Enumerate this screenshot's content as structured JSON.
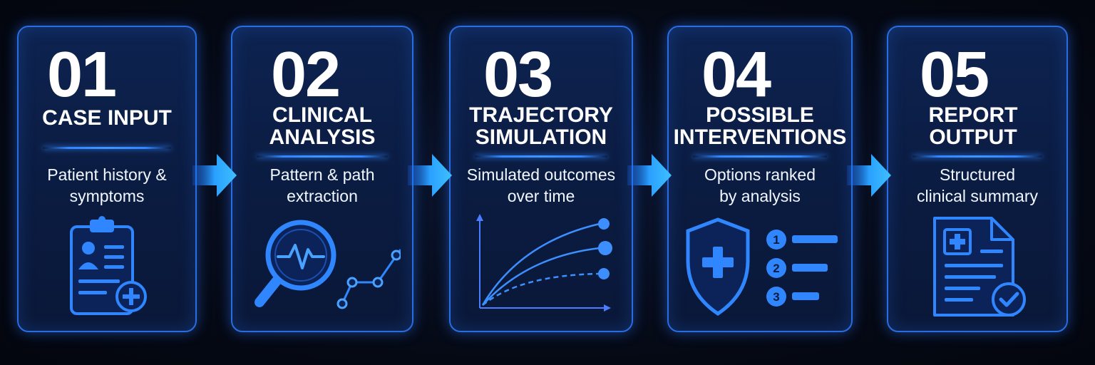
{
  "steps": [
    {
      "number": "01",
      "title": "CASE INPUT",
      "description": "Patient history &\nsymptoms",
      "icon": "clipboard-plus-icon"
    },
    {
      "number": "02",
      "title": "CLINICAL\nANALYSIS",
      "description": "Pattern & path\nextraction",
      "icon": "magnifier-pulse-icon"
    },
    {
      "number": "03",
      "title": "TRAJECTORY\nSIMULATION",
      "description": "Simulated outcomes\nover time",
      "icon": "trajectory-graph-icon"
    },
    {
      "number": "04",
      "title": "POSSIBLE\nINTERVENTIONS",
      "description": "Options ranked\nby analysis",
      "icon": "shield-ranked-list-icon"
    },
    {
      "number": "05",
      "title": "REPORT\nOUTPUT",
      "description": "Structured\nclinical summary",
      "icon": "report-check-icon"
    }
  ],
  "ranked_list_numbers": [
    "1",
    "2",
    "3"
  ],
  "colors": {
    "accent": "#2f86ff",
    "card_border": "#2a6de0",
    "background": "#050914",
    "arrow": "#29a4ff"
  }
}
